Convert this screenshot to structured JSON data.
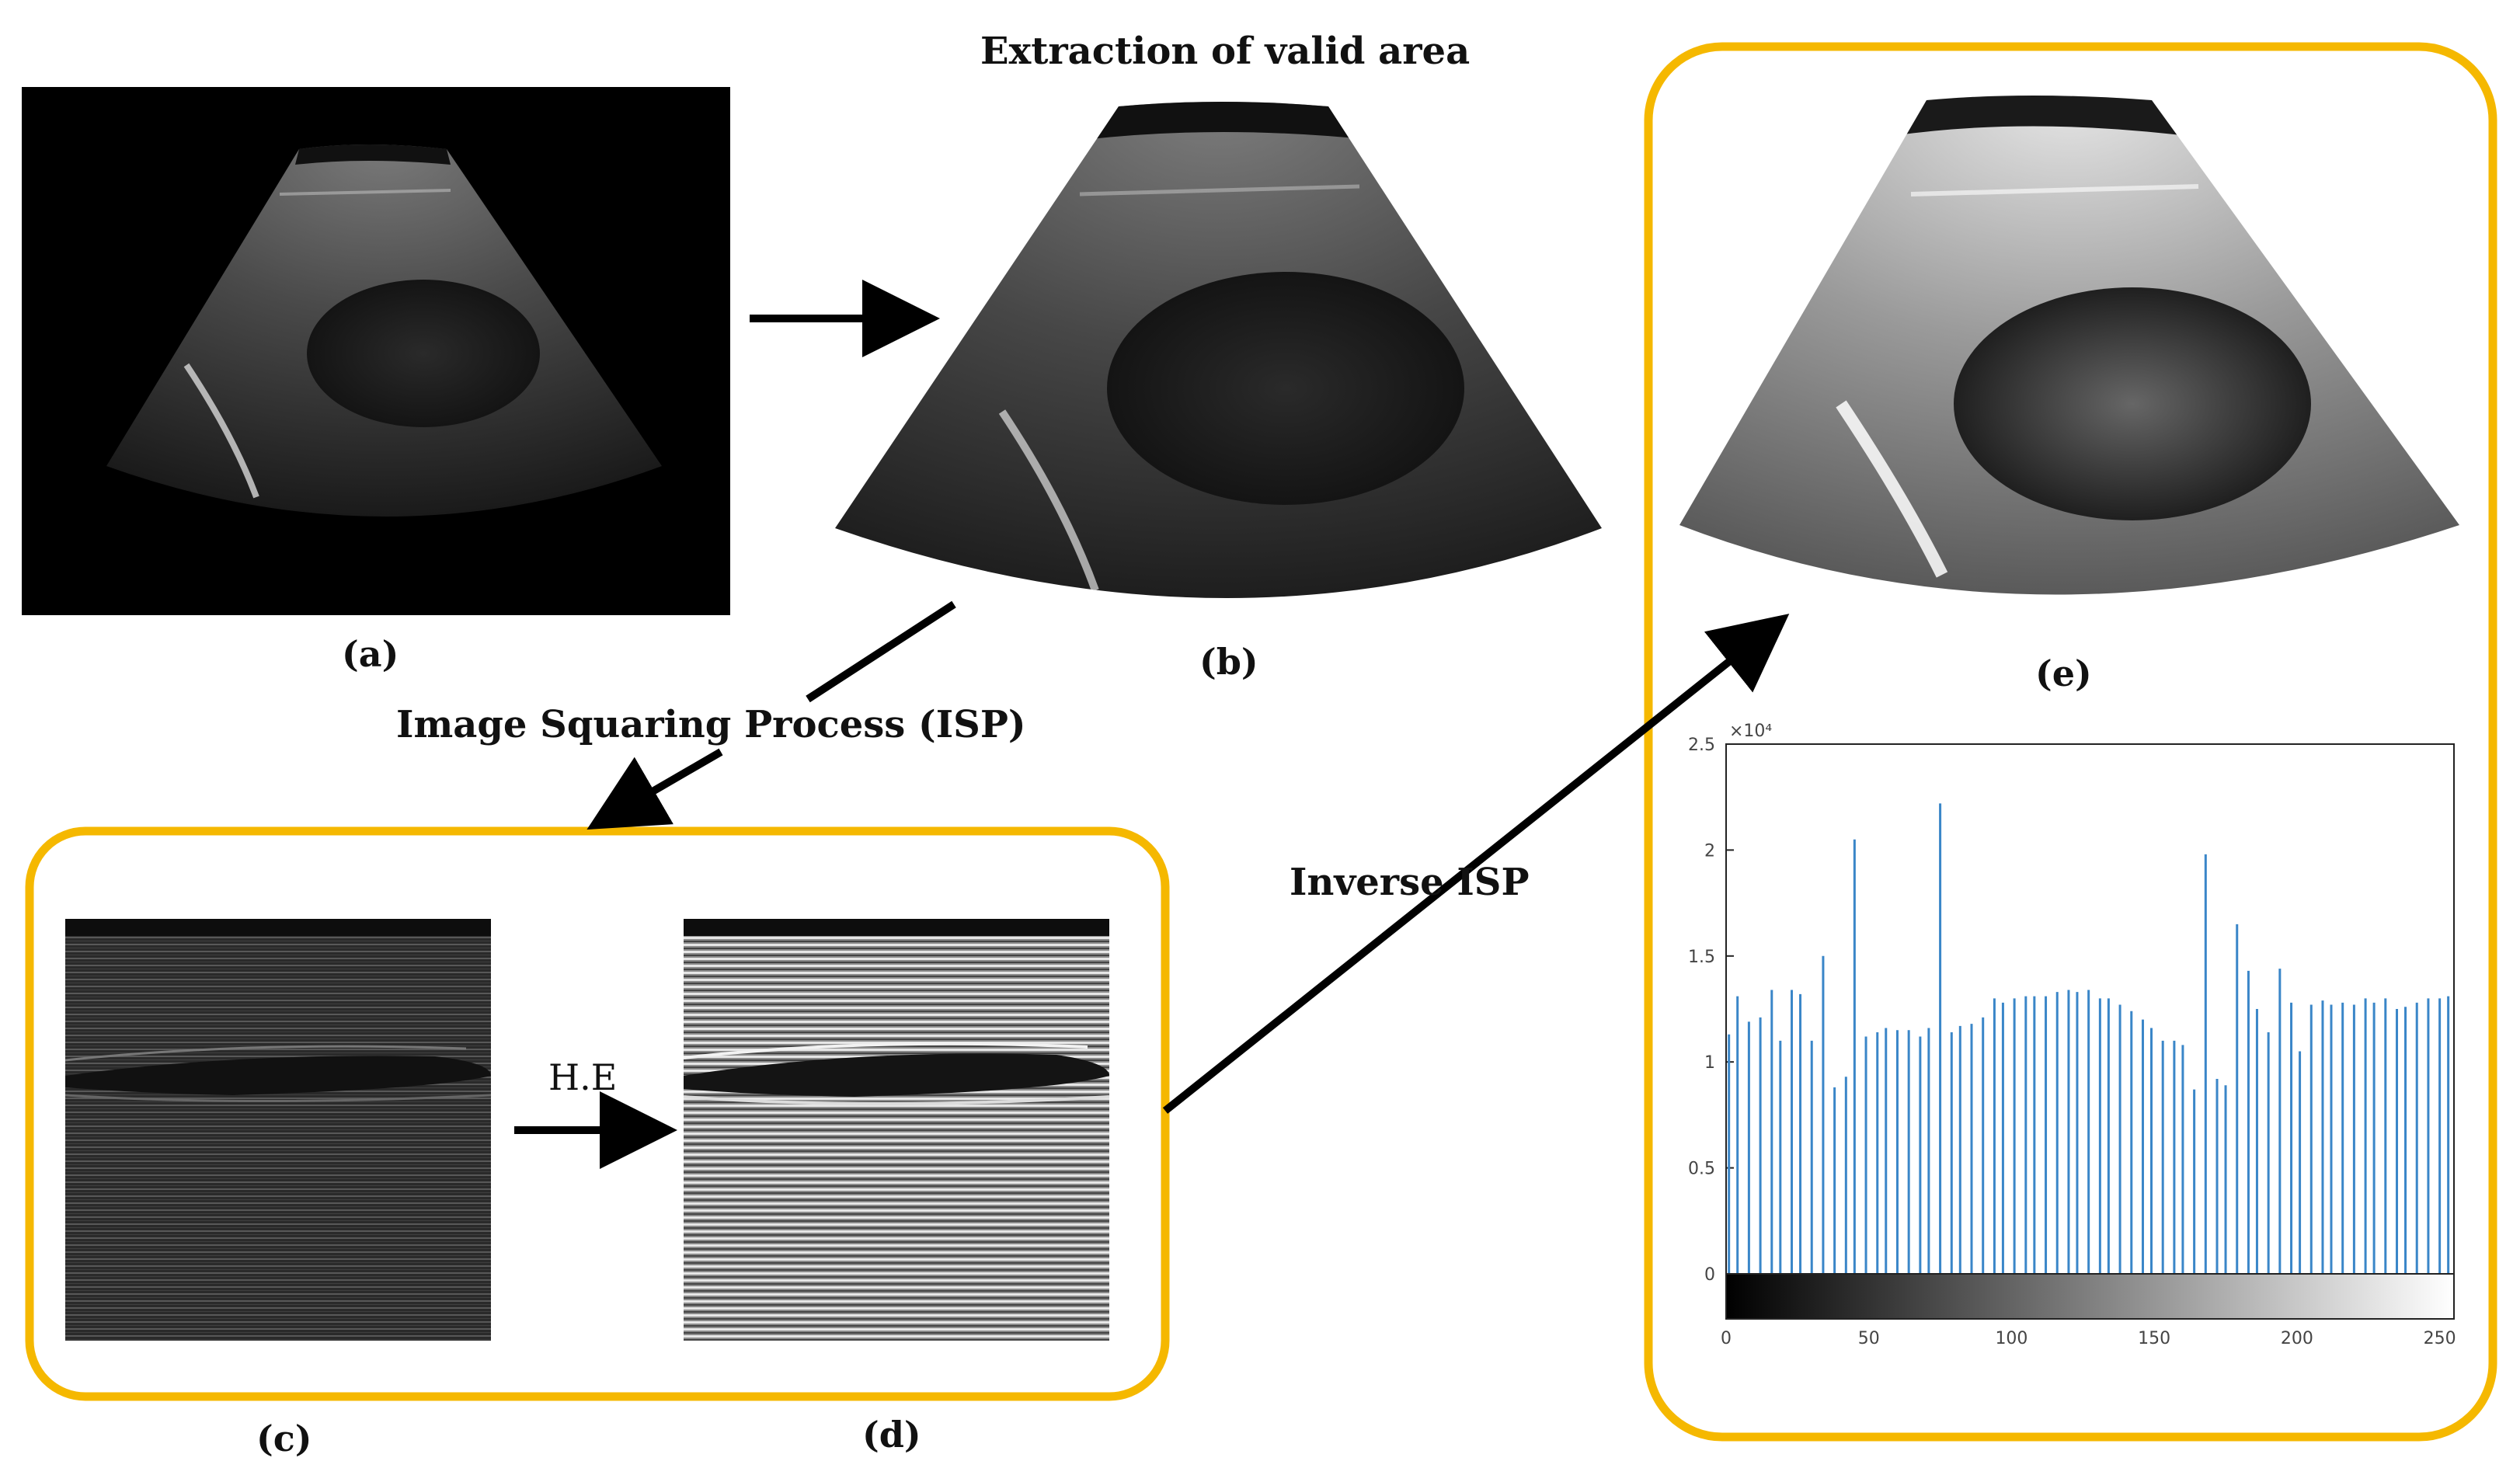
{
  "labels": {
    "extraction": "Extraction of valid area",
    "isp": "Image Squaring Process (ISP)",
    "inverse_isp": "Inverse ISP",
    "he": "H.E",
    "a": "(a)",
    "b": "(b)",
    "c": "(c)",
    "d": "(d)",
    "e": "(e)"
  },
  "colors": {
    "highlight_box": "#f5b800",
    "histogram_bar": "#3a86c8",
    "arrow": "#000000"
  },
  "chart_data": {
    "type": "bar",
    "title": "",
    "xlabel": "",
    "ylabel": "",
    "y_multiplier_label": "×10⁴",
    "xlim": [
      0,
      255
    ],
    "ylim": [
      0,
      2.5
    ],
    "x_ticks": [
      0,
      50,
      100,
      150,
      200,
      250
    ],
    "y_ticks": [
      0,
      0.5,
      1,
      1.5,
      2,
      2.5
    ],
    "grayscale_colorbar": true,
    "bins": [
      1,
      4,
      8,
      12,
      16,
      19,
      23,
      26,
      30,
      34,
      38,
      42,
      45,
      49,
      53,
      56,
      60,
      64,
      68,
      71,
      75,
      79,
      82,
      86,
      90,
      94,
      97,
      101,
      105,
      108,
      112,
      116,
      120,
      123,
      127,
      131,
      134,
      138,
      142,
      146,
      149,
      153,
      157,
      160,
      164,
      168,
      172,
      175,
      179,
      183,
      186,
      190,
      194,
      198,
      201,
      205,
      209,
      212,
      216,
      220,
      224,
      227,
      231,
      235,
      238,
      242,
      246,
      250,
      253
    ],
    "values": [
      1.13,
      1.31,
      1.19,
      1.21,
      1.34,
      1.1,
      1.34,
      1.32,
      1.1,
      1.5,
      0.88,
      0.93,
      2.05,
      1.12,
      1.14,
      1.16,
      1.15,
      1.15,
      1.12,
      1.16,
      2.22,
      1.14,
      1.17,
      1.18,
      1.21,
      1.3,
      1.28,
      1.3,
      1.31,
      1.31,
      1.31,
      1.33,
      1.34,
      1.33,
      1.34,
      1.3,
      1.3,
      1.27,
      1.24,
      1.2,
      1.16,
      1.1,
      1.1,
      1.08,
      0.87,
      1.98,
      0.92,
      0.89,
      1.65,
      1.43,
      1.25,
      1.14,
      1.44,
      1.28,
      1.05,
      1.27,
      1.29,
      1.27,
      1.28,
      1.27,
      1.3,
      1.28,
      1.3,
      1.25,
      1.26,
      1.28,
      1.3,
      1.3,
      1.31
    ]
  }
}
